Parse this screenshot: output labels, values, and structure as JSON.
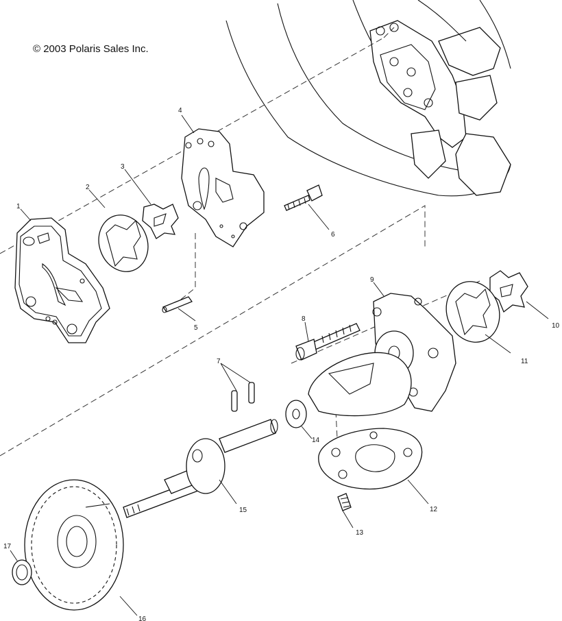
{
  "copyright": "© 2003 Polaris Sales Inc.",
  "callouts": {
    "c1": "1",
    "c2": "2",
    "c3": "3",
    "c4": "4",
    "c5": "5",
    "c6": "6",
    "c7": "7",
    "c8": "8",
    "c9": "9",
    "c10": "10",
    "c11": "11",
    "c12": "12",
    "c13": "13",
    "c14": "14",
    "c15": "15",
    "c16": "16",
    "c17": "17"
  }
}
